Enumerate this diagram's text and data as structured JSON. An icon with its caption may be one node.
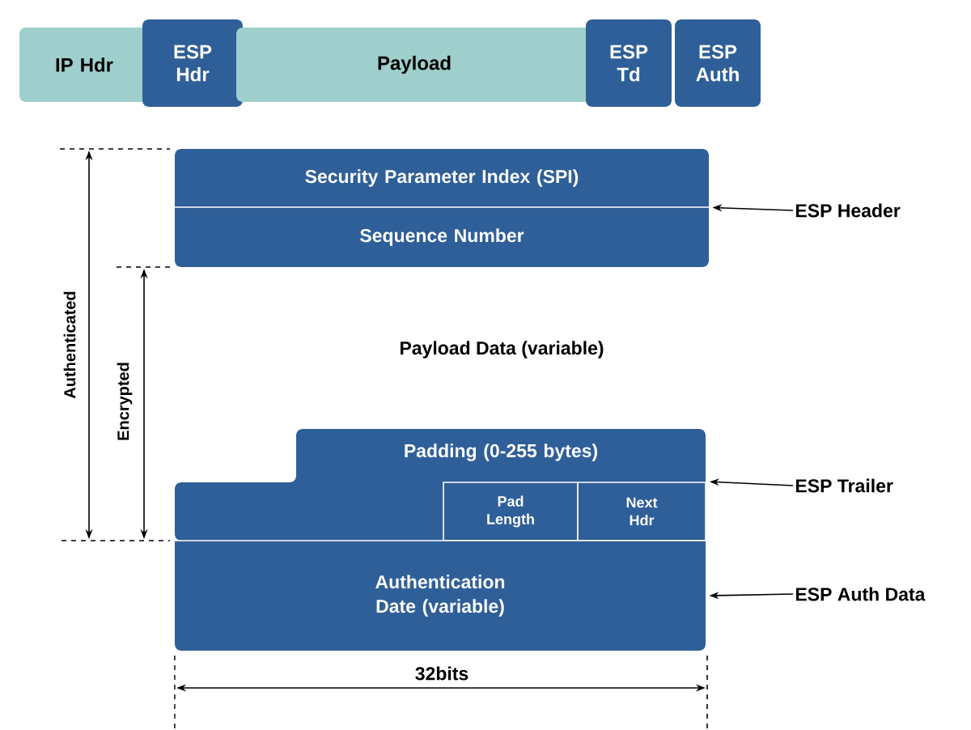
{
  "diagram": {
    "nodes": [
      {
        "text": [
          "IP Hdr"
        ]
      },
      {
        "text": [
          "ESP Hdr"
        ]
      },
      {
        "text": [
          "Payload"
        ]
      },
      {
        "text": [
          "ESP Td"
        ]
      },
      {
        "text": [
          "ESP Auth"
        ]
      },
      {
        "text": [
          "Security Parameter Index (SPI)"
        ]
      },
      {
        "text": [
          "Sequence Number"
        ]
      },
      {
        "text": [
          "Padding (0-255 bytes)"
        ]
      },
      {
        "text": [
          "Pad Length"
        ],
        "in": 7
      },
      {
        "text": [
          "Next Hdr"
        ],
        "in": 7
      },
      {
        "text": [
          "Authentication Date (variable)"
        ]
      },
      {
        "text": [
          "ESP Header"
        ]
      },
      {
        "text": [
          "ESP Trailer"
        ]
      },
      {
        "text": [
          "ESP Auth Data"
        ]
      }
    ],
    "edges": [
      {
        "from": 11,
        "to": 5,
        "arrow": "to"
      },
      {
        "from": 12,
        "to": 9,
        "arrow": "to"
      },
      {
        "from": 13,
        "to": 10,
        "arrow": "to"
      }
    ],
    "labels": [
      "Payload Data (variable)",
      "Authenticated",
      "Encrypted",
      "32bits"
    ]
  }
}
